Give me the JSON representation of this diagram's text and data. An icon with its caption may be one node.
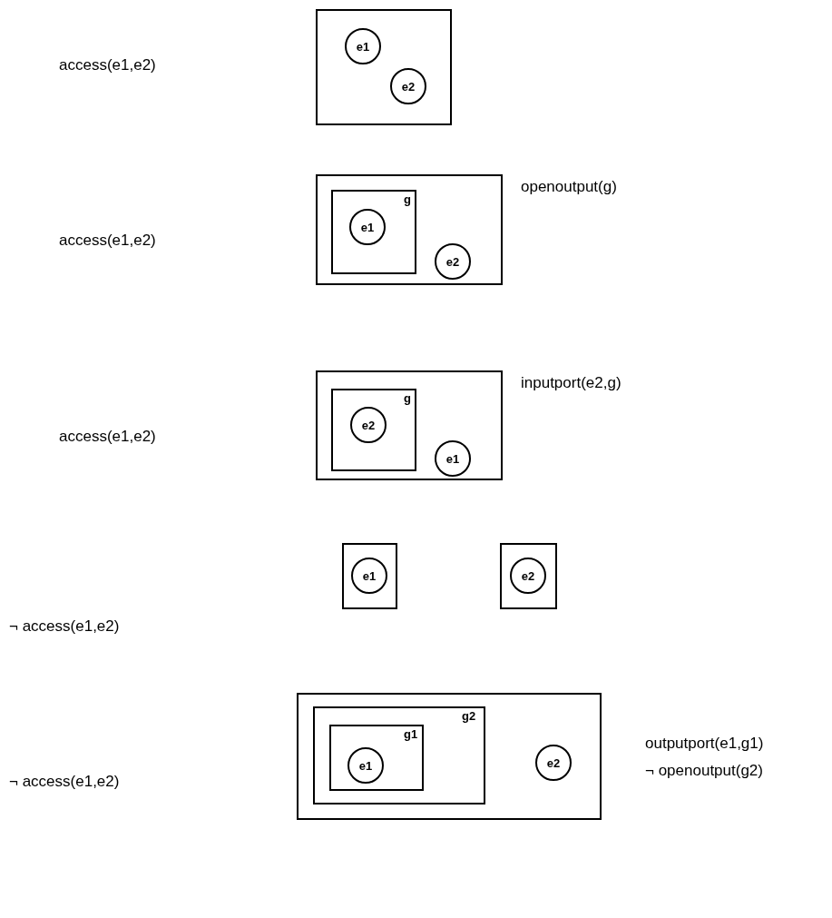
{
  "diagram": {
    "nodes": [
      {
        "text": [],
        "shape": "box"
      },
      {
        "text": [
          "e1"
        ],
        "in": 0
      },
      {
        "text": [
          "e2"
        ],
        "in": 0
      },
      {
        "text": [],
        "shape": "box",
        "beside": [
          "openoutput(g)"
        ]
      },
      {
        "text": [
          "g"
        ],
        "in": 3
      },
      {
        "text": [
          "e1"
        ],
        "in": 4
      },
      {
        "text": [
          "e2"
        ],
        "in": 3
      },
      {
        "text": [],
        "shape": "box",
        "beside": [
          "inputport(e2,g)"
        ]
      },
      {
        "text": [
          "g"
        ],
        "in": 7
      },
      {
        "text": [
          "e2"
        ],
        "in": 8
      },
      {
        "text": [
          "e1"
        ],
        "in": 7
      },
      {
        "text": [],
        "shape": "box"
      },
      {
        "text": [
          "e1"
        ],
        "in": 11
      },
      {
        "text": [],
        "shape": "box"
      },
      {
        "text": [
          "e2"
        ],
        "in": 13
      },
      {
        "text": [],
        "shape": "box",
        "beside": [
          "outputport(e1,g1)",
          "¬ openoutput(g2)"
        ]
      },
      {
        "text": [
          "g2"
        ],
        "in": 15
      },
      {
        "text": [
          "g1"
        ],
        "in": 16
      },
      {
        "text": [
          "e1"
        ],
        "in": 17
      },
      {
        "text": [
          "e2"
        ],
        "in": 15
      }
    ],
    "labels": [
      "access(e1,e2)",
      "access(e1,e2)",
      "access(e1,e2)",
      "¬ access(e1,e2)",
      "¬ access(e1,e2)"
    ]
  }
}
